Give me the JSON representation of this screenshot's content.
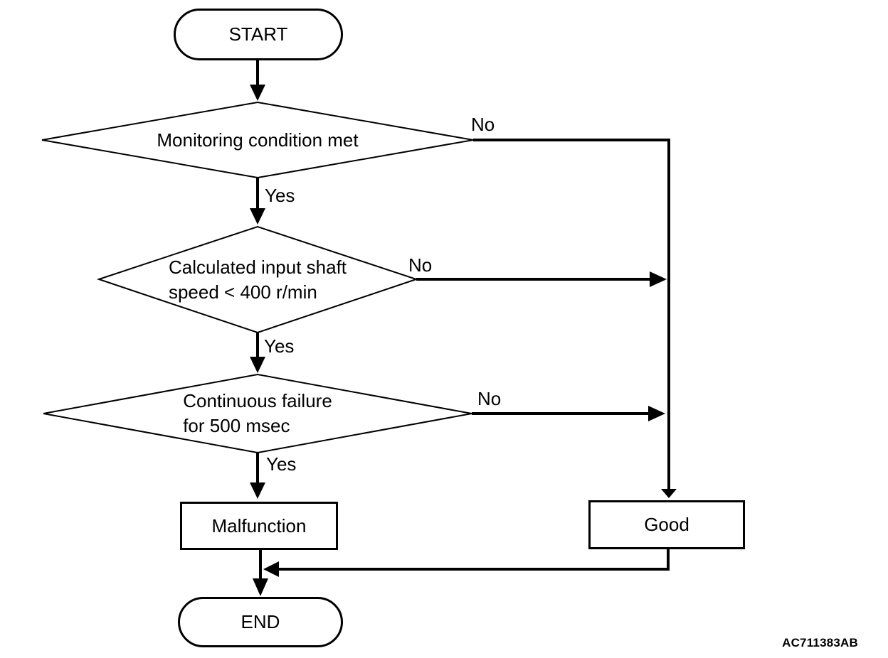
{
  "figure_code": "AC711383AB",
  "colors": {
    "line": "#000000",
    "background": "#ffffff",
    "text": "#000000"
  },
  "flowchart": {
    "start": {
      "label": "START"
    },
    "decision_monitoring": {
      "label": "Monitoring condition met",
      "yes": "Yes",
      "no": "No"
    },
    "decision_input_shaft_speed": {
      "line1": "Calculated input shaft",
      "line2": "speed < 400 r/min",
      "yes": "Yes",
      "no": "No"
    },
    "decision_continuous_failure": {
      "line1": "Continuous failure",
      "line2": "for 500 msec",
      "yes": "Yes",
      "no": "No"
    },
    "malfunction": {
      "label": "Malfunction"
    },
    "good": {
      "label": "Good"
    },
    "end": {
      "label": "END"
    }
  }
}
